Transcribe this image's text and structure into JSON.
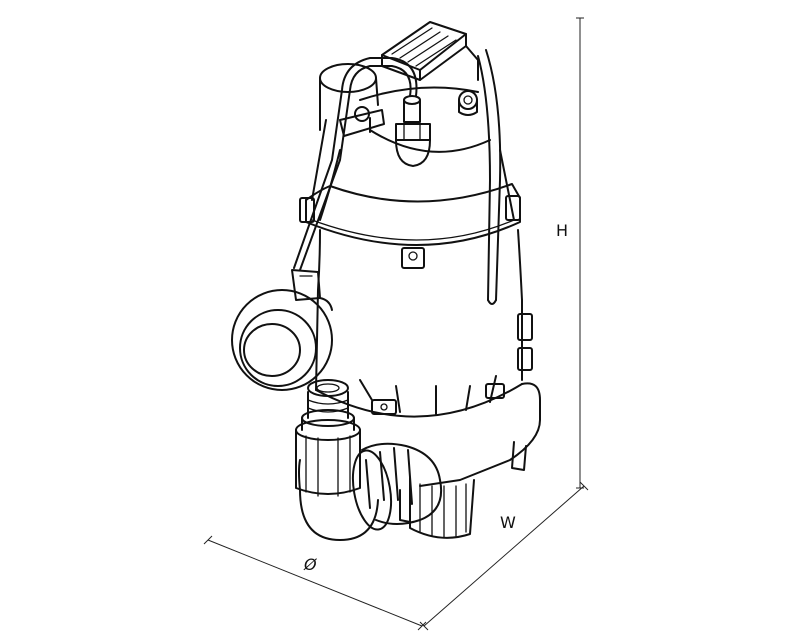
{
  "dimensions": {
    "height_label": "H",
    "width_label": "W",
    "diameter_label": "Ø"
  },
  "colors": {
    "line": "#111111",
    "background": "#ffffff"
  }
}
